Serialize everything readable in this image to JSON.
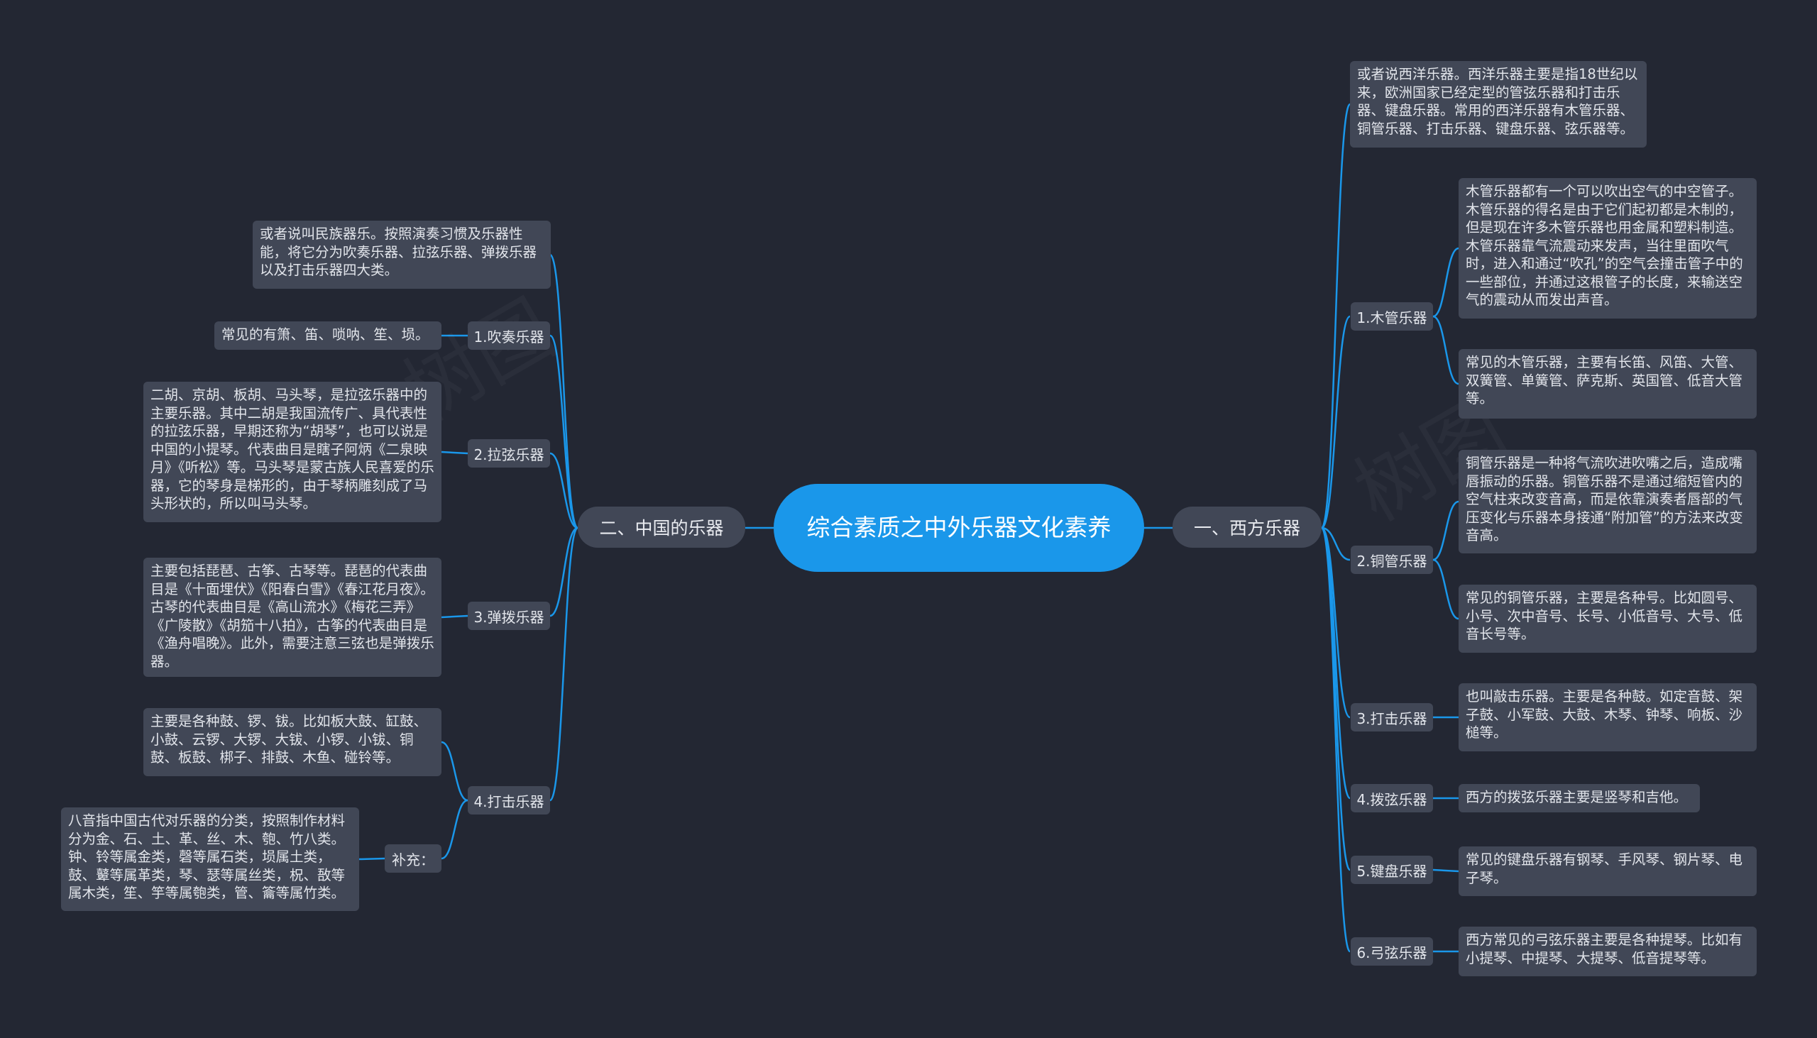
{
  "root": {
    "title": "综合素质之中外乐器文化素养"
  },
  "west": {
    "label": "一、西方乐器",
    "intro": "或者说西洋乐器。西洋乐器主要是指18世纪以来，欧洲国家已经定型的管弦乐器和打击乐器、键盘乐器。常用的西洋乐器有木管乐器、铜管乐器、打击乐器、键盘乐器、弦乐器等。",
    "items": [
      {
        "label": "1.木管乐器",
        "notes": [
          "木管乐器都有一个可以吹出空气的中空管子。木管乐器的得名是由于它们起初都是木制的，但是现在许多木管乐器也用金属和塑料制造。木管乐器靠气流震动来发声，当往里面吹气时，进入和通过“吹孔”的空气会撞击管子中的一些部位，并通过这根管子的长度，来输送空气的震动从而发出声音。",
          "常见的木管乐器，主要有长笛、风笛、大管、双簧管、单簧管、萨克斯、英国管、低音大管等。"
        ]
      },
      {
        "label": "2.铜管乐器",
        "notes": [
          "铜管乐器是一种将气流吹进吹嘴之后，造成嘴唇振动的乐器。铜管乐器不是通过缩短管内的空气柱来改变音高，而是依靠演奏者唇部的气压变化与乐器本身接通“附加管”的方法来改变音高。",
          "常见的铜管乐器，主要是各种号。比如圆号、小号、次中音号、长号、小低音号、大号、低音长号等。"
        ]
      },
      {
        "label": "3.打击乐器",
        "notes": [
          "也叫敲击乐器。主要是各种鼓。如定音鼓、架子鼓、小军鼓、大鼓、木琴、钟琴、响板、沙槌等。"
        ]
      },
      {
        "label": "4.拨弦乐器",
        "notes": [
          "西方的拨弦乐器主要是竖琴和吉他。"
        ]
      },
      {
        "label": "5.键盘乐器",
        "notes": [
          "常见的键盘乐器有钢琴、手风琴、钢片琴、电子琴。"
        ]
      },
      {
        "label": "6.弓弦乐器",
        "notes": [
          "西方常见的弓弦乐器主要是各种提琴。比如有小提琴、中提琴、大提琴、低音提琴等。"
        ]
      }
    ]
  },
  "china": {
    "label": "二、中国的乐器",
    "intro": "或者说叫民族器乐。按照演奏习惯及乐器性能，将它分为吹奏乐器、拉弦乐器、弹拨乐器以及打击乐器四大类。",
    "items": [
      {
        "label": "1.吹奏乐器",
        "notes": [
          "常见的有箫、笛、唢呐、笙、埙。"
        ]
      },
      {
        "label": "2.拉弦乐器",
        "notes": [
          "二胡、京胡、板胡、马头琴，是拉弦乐器中的主要乐器。其中二胡是我国流传广、具代表性的拉弦乐器，早期还称为“胡琴”，也可以说是中国的小提琴。代表曲目是瞎子阿炳《二泉映月》《听松》等。马头琴是蒙古族人民喜爱的乐器，它的琴身是梯形的，由于琴柄雕刻成了马头形状的，所以叫马头琴。"
        ]
      },
      {
        "label": "3.弹拨乐器",
        "notes": [
          "主要包括琵琶、古筝、古琴等。琵琶的代表曲目是《十面埋伏》《阳春白雪》《春江花月夜》。古琴的代表曲目是《高山流水》《梅花三弄》《广陵散》《胡笳十八拍》，古筝的代表曲目是《渔舟唱晚》。此外，需要注意三弦也是弹拨乐器。"
        ]
      },
      {
        "label": "4.打击乐器",
        "notes": [
          "主要是各种鼓、锣、钹。比如板大鼓、缸鼓、小鼓、云锣、大锣、大钹、小锣、小钹、铜鼓、板鼓、梆子、排鼓、木鱼、碰铃等。"
        ],
        "supplement": {
          "label": "补充：",
          "note": "八音指中国古代对乐器的分类，按照制作材料分为金、石、土、革、丝、木、匏、竹八类。钟、铃等属金类，磬等属石类，埙属土类，鼓、鼙等属革类，琴、瑟等属丝类，柷、敔等属木类，笙、竽等属匏类，管、籥等属竹类。"
        }
      }
    ]
  },
  "colors": {
    "background": "#232733",
    "root": "#1a97ea",
    "node": "#414756",
    "link": "#1a97ea"
  }
}
